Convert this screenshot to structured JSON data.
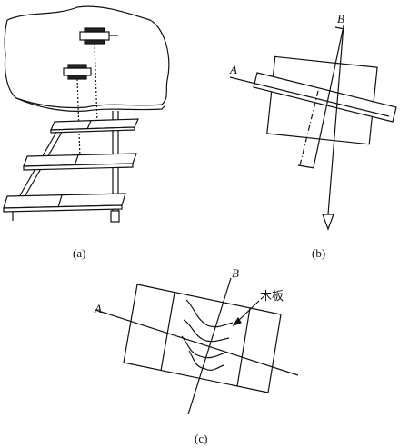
{
  "panels": {
    "a": {
      "caption": "(a)"
    },
    "b": {
      "caption": "(b)",
      "axis_a": "A",
      "axis_b": "B"
    },
    "c": {
      "caption": "(c)",
      "axis_a": "A",
      "axis_b": "B",
      "plank_label": "木板"
    }
  },
  "colors": {
    "ink": "#111111",
    "paper": "#ffffff"
  }
}
